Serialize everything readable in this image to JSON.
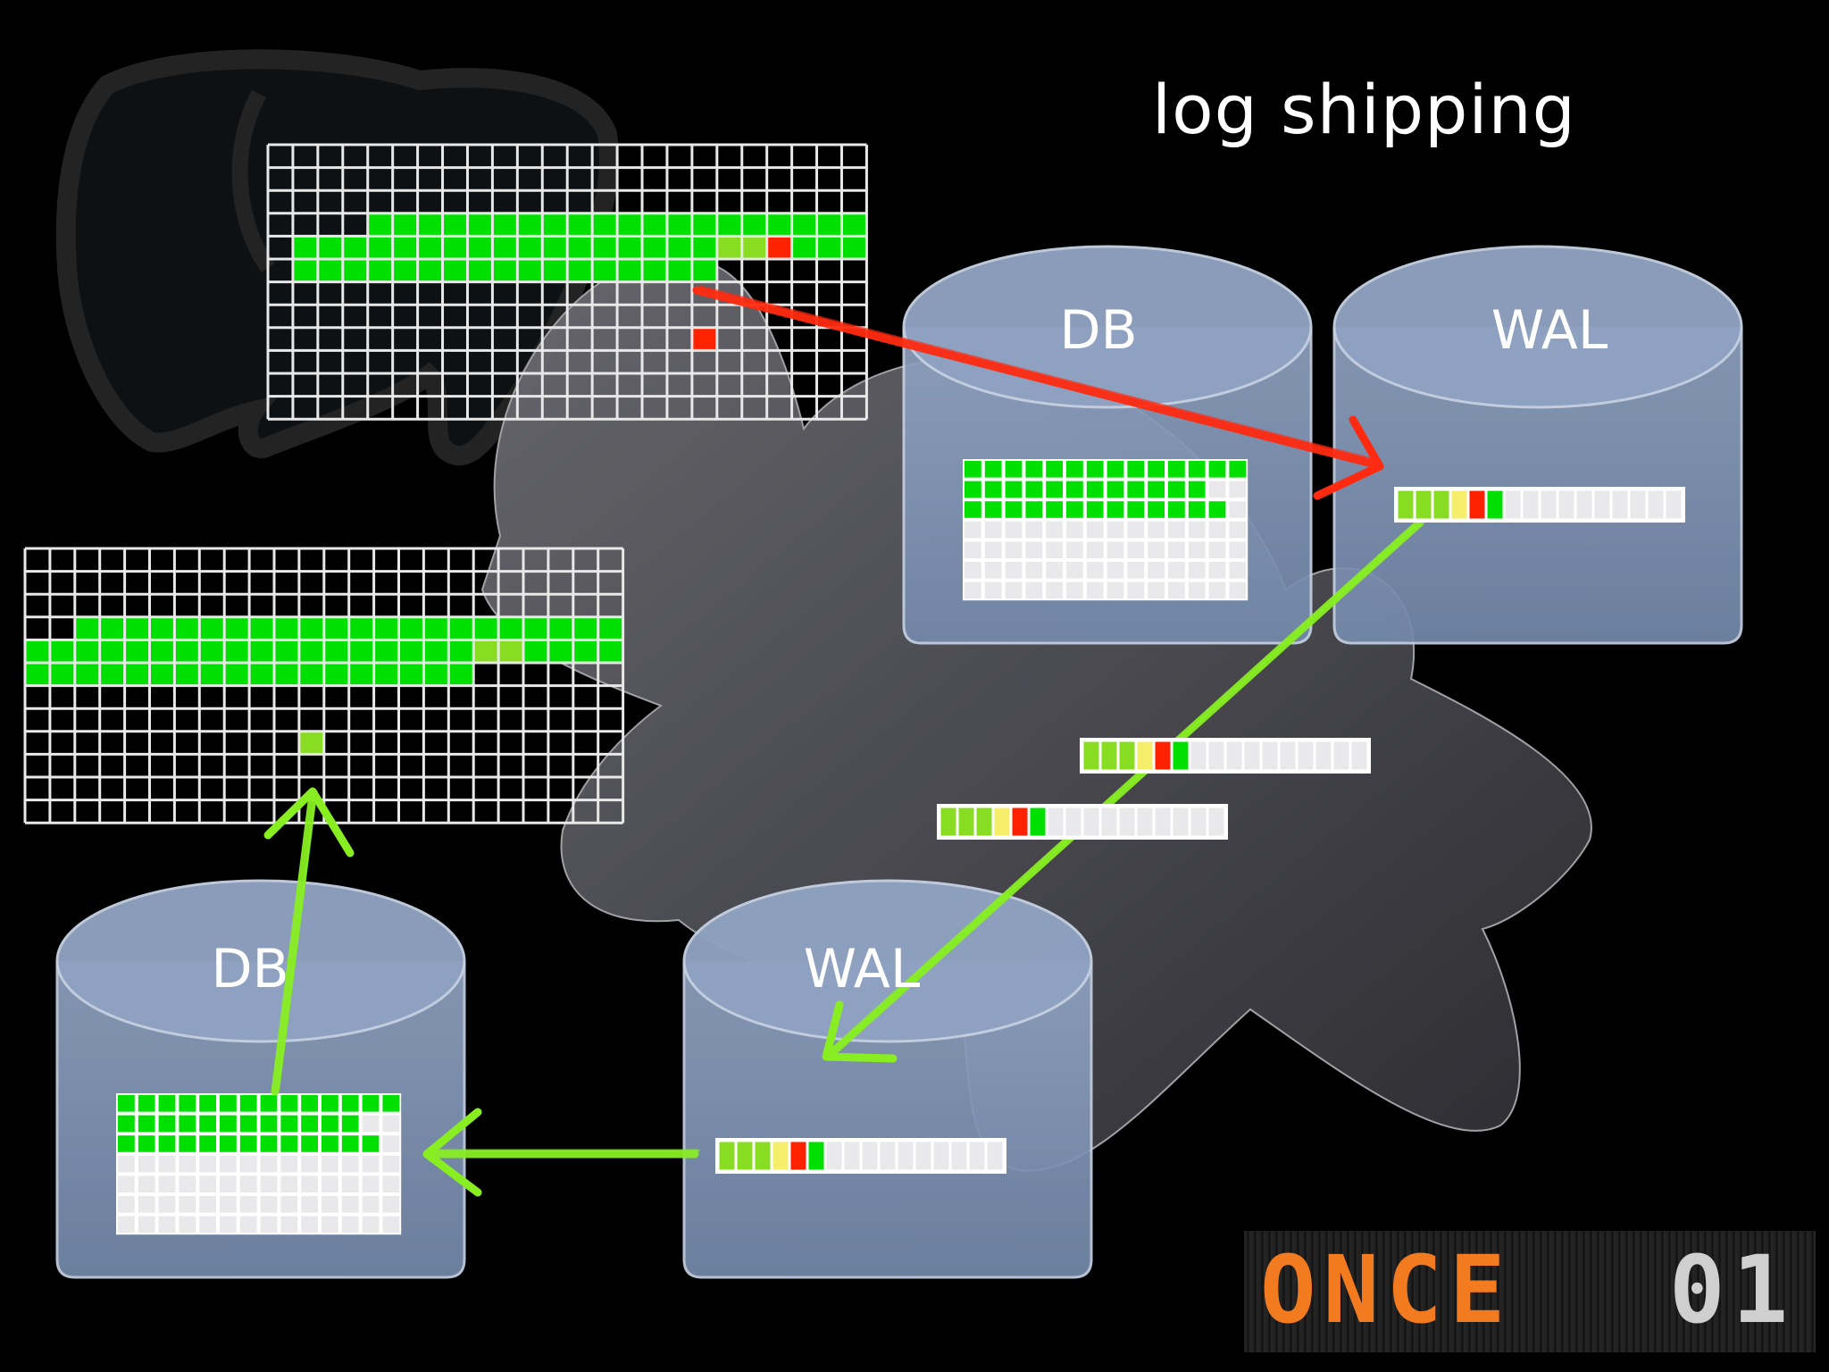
{
  "title": "log shipping",
  "colors": {
    "background": "#000000",
    "cylinder": "#7f93b4",
    "green": "#00e000",
    "light_green": "#88dd22",
    "yellow": "#f4ee6a",
    "red": "#ff2200",
    "empty_cell": "#e9e9ec",
    "arrow_red": "#ff2a10",
    "arrow_green": "#88ee22",
    "logo_orange": "#f37b1f"
  },
  "master": {
    "db_label": "DB",
    "wal_label": "WAL",
    "memory_grid": {
      "rows": 12,
      "cols": 24,
      "fill_rows": [
        [
          4,
          24,
          "g"
        ],
        [
          1,
          24,
          "g"
        ],
        [
          1,
          18,
          "g"
        ]
      ],
      "extras": [
        {
          "row": 4,
          "col": 18,
          "c": "lg"
        },
        {
          "row": 4,
          "col": 19,
          "c": "lg"
        },
        {
          "row": 4,
          "col": 20,
          "c": "r"
        },
        {
          "row": 8,
          "col": 17,
          "c": "r"
        }
      ]
    },
    "db_grid": {
      "rows": 7,
      "cols": 14,
      "filled_rows": [
        14,
        12,
        13
      ]
    },
    "wal_strip": [
      "lg",
      "lg",
      "lg",
      "y",
      "r",
      "g",
      "e",
      "e",
      "e",
      "e",
      "e",
      "e",
      "e",
      "e",
      "e",
      "e"
    ]
  },
  "in_transit": [
    [
      "lg",
      "lg",
      "lg",
      "y",
      "r",
      "g",
      "e",
      "e",
      "e",
      "e",
      "e",
      "e",
      "e",
      "e",
      "e",
      "e"
    ],
    [
      "lg",
      "lg",
      "lg",
      "y",
      "r",
      "g",
      "e",
      "e",
      "e",
      "e",
      "e",
      "e",
      "e",
      "e",
      "e",
      "e"
    ]
  ],
  "standby": {
    "db_label": "DB",
    "wal_label": "WAL",
    "memory_grid": {
      "rows": 12,
      "cols": 24,
      "fill_rows": [
        [
          2,
          24,
          "g"
        ],
        [
          0,
          24,
          "g"
        ],
        [
          0,
          18,
          "g"
        ]
      ],
      "extras": [
        {
          "row": 4,
          "col": 18,
          "c": "lg"
        },
        {
          "row": 4,
          "col": 19,
          "c": "lg"
        },
        {
          "row": 8,
          "col": 11,
          "c": "lg"
        }
      ]
    },
    "db_grid": {
      "rows": 7,
      "cols": 14,
      "filled_rows": [
        14,
        12,
        13
      ]
    },
    "wal_strip": [
      "lg",
      "lg",
      "lg",
      "y",
      "r",
      "g",
      "e",
      "e",
      "e",
      "e",
      "e",
      "e",
      "e",
      "e",
      "e",
      "e"
    ]
  },
  "logo": {
    "brand": "ONCE",
    "number": "01"
  }
}
